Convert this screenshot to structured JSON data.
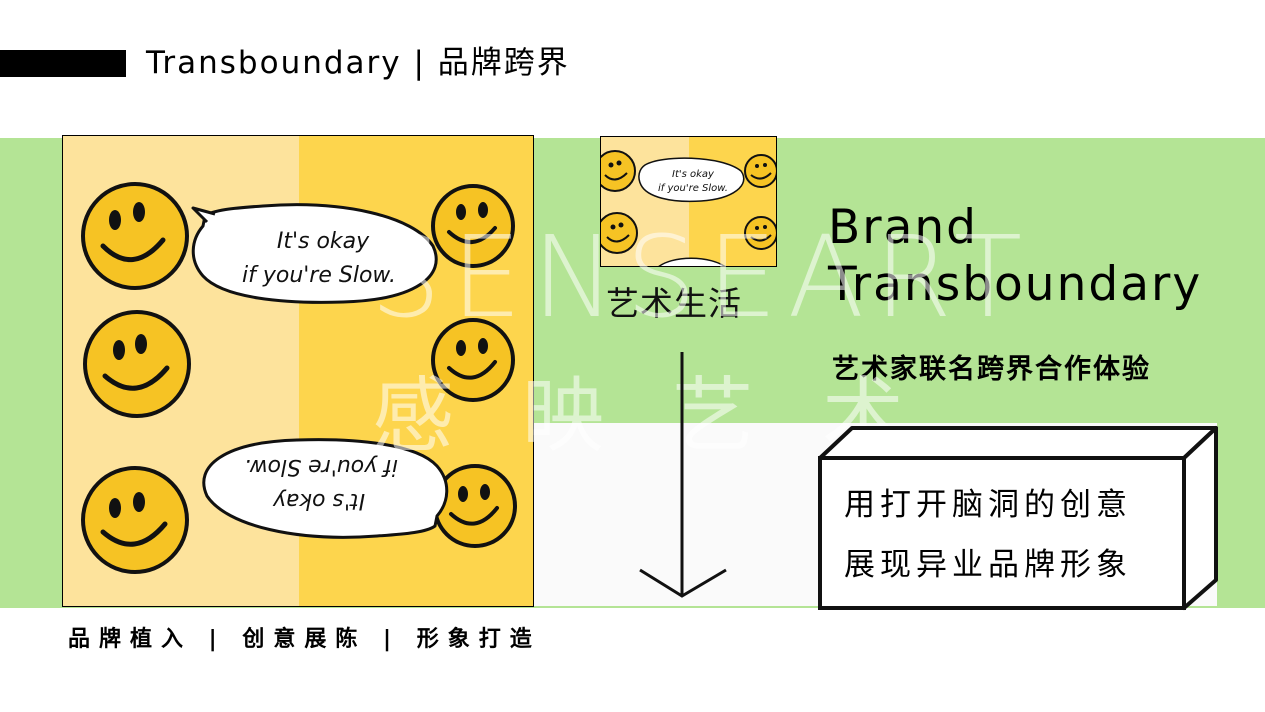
{
  "header": {
    "title": "Transboundary | 品牌跨界"
  },
  "artwork": {
    "bubble_top_line1": "It's okay",
    "bubble_top_line2": "if you're Slow.",
    "bubble_bottom_line1": "It's okay",
    "bubble_bottom_line2": "if you're Slow."
  },
  "thumbnail": {
    "caption": "艺术生活"
  },
  "brand": {
    "line1": "Brand",
    "line2": "Transboundary",
    "subtitle": "艺术家联名跨界合作体验"
  },
  "watermark": {
    "en": "SENSEART",
    "cn": "感映艺术"
  },
  "box": {
    "line1": "用打开脑洞的创意",
    "line2": "展现异业品牌形象"
  },
  "footer": {
    "text": "品牌植入 | 创意展陈 | 形象打造"
  },
  "colors": {
    "band_green": "#b4e495",
    "art_pale_yellow": "#fde39c",
    "art_yellow": "#fdd54d",
    "smiley_yellow": "#f6c324"
  }
}
